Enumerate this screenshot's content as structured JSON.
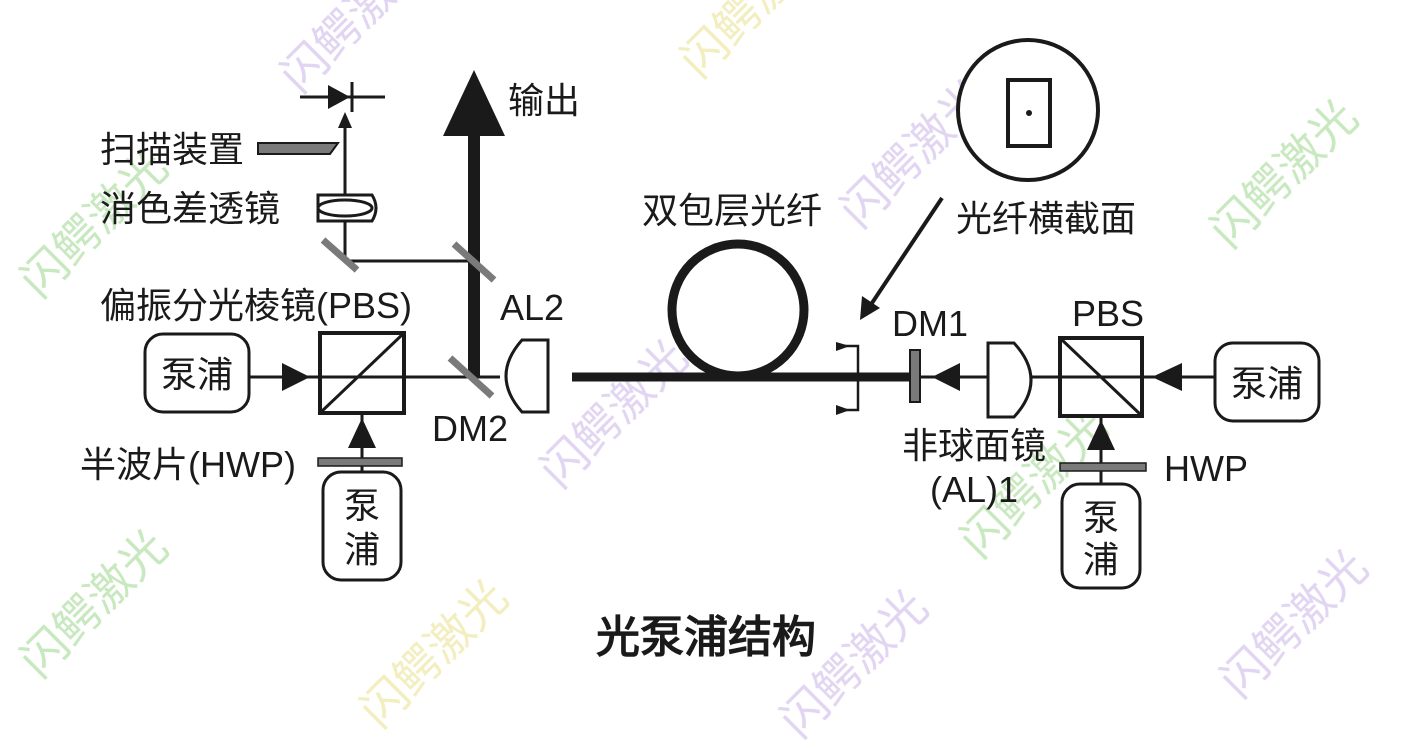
{
  "diagram": {
    "title": "光泵浦结构",
    "labels": {
      "output": "输出",
      "scanner": "扫描装置",
      "achromat": "消色差透镜",
      "pbs_left": "偏振分光棱镜(PBS)",
      "al2": "AL2",
      "dm2": "DM2",
      "hwp_left": "半波片(HWP)",
      "double_clad_fiber": "双包层光纤",
      "fiber_cross_section": "光纤横截面",
      "dm1": "DM1",
      "pbs_right": "PBS",
      "aspheric_lens_1": "非球面镜",
      "aspheric_lens_2": "(AL)1",
      "hwp_right": "HWP"
    },
    "pumps": {
      "left": "泵浦",
      "bottom_left_1": "泵",
      "bottom_left_2": "浦",
      "right": "泵浦",
      "bottom_right_1": "泵",
      "bottom_right_2": "浦"
    },
    "watermark": "闪鳄激光",
    "colors": {
      "line": "#1a1a1a",
      "mirror": "#7a7a7a",
      "watermark_green": "#9bd58a",
      "watermark_purple": "#c9b3e8",
      "watermark_yellow": "#e8e08a"
    }
  }
}
